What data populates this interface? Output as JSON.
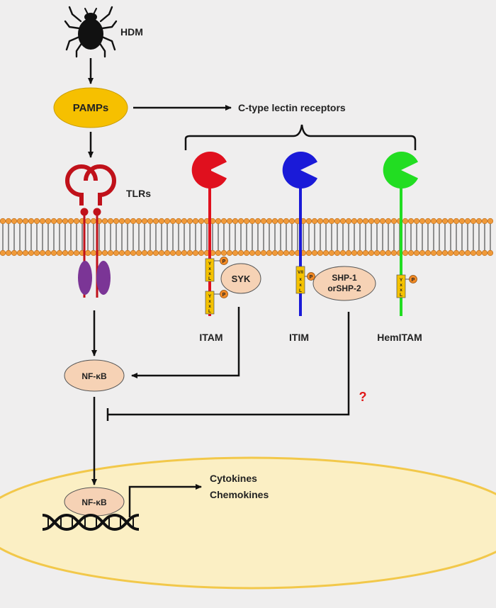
{
  "labels": {
    "hdm": "HDM",
    "pamps": "PAMPs",
    "clr": "C-type lectin receptors",
    "tlrs": "TLRs",
    "itam": "ITAM",
    "itim": "ITIM",
    "hemitam": "HemITAM",
    "syk": "SYK",
    "shp_line1": "SHP-1",
    "shp_line2": "orSHP-2",
    "nfkb_cyto": "NF-κB",
    "nfkb_nucleus": "NF-κB",
    "question": "?",
    "output1": "Cytokines",
    "output2": "Chemokines",
    "motif_yxxl": [
      "Y",
      "x",
      "x",
      "L"
    ],
    "motif_vi": "V/I",
    "phospho": "P"
  },
  "colors": {
    "background": "#efeeee",
    "pamps_fill": "#f6c000",
    "nucleus_fill": "#fbefc4",
    "nucleus_border": "#f2c84a",
    "membrane_head": "#f09a3a",
    "membrane_tail": "#8f8f8f",
    "tlr_red": "#c0111a",
    "tlr_purple": "#7b3596",
    "itam_receptor": "#e0101e",
    "itim_receptor": "#1a1ad8",
    "hemitam_receptor": "#22dd22",
    "kinase_fill": "#f6d2b5",
    "motif_fill": "#f5c200",
    "phospho_fill": "#f28a25",
    "question_mark": "#e01818"
  }
}
